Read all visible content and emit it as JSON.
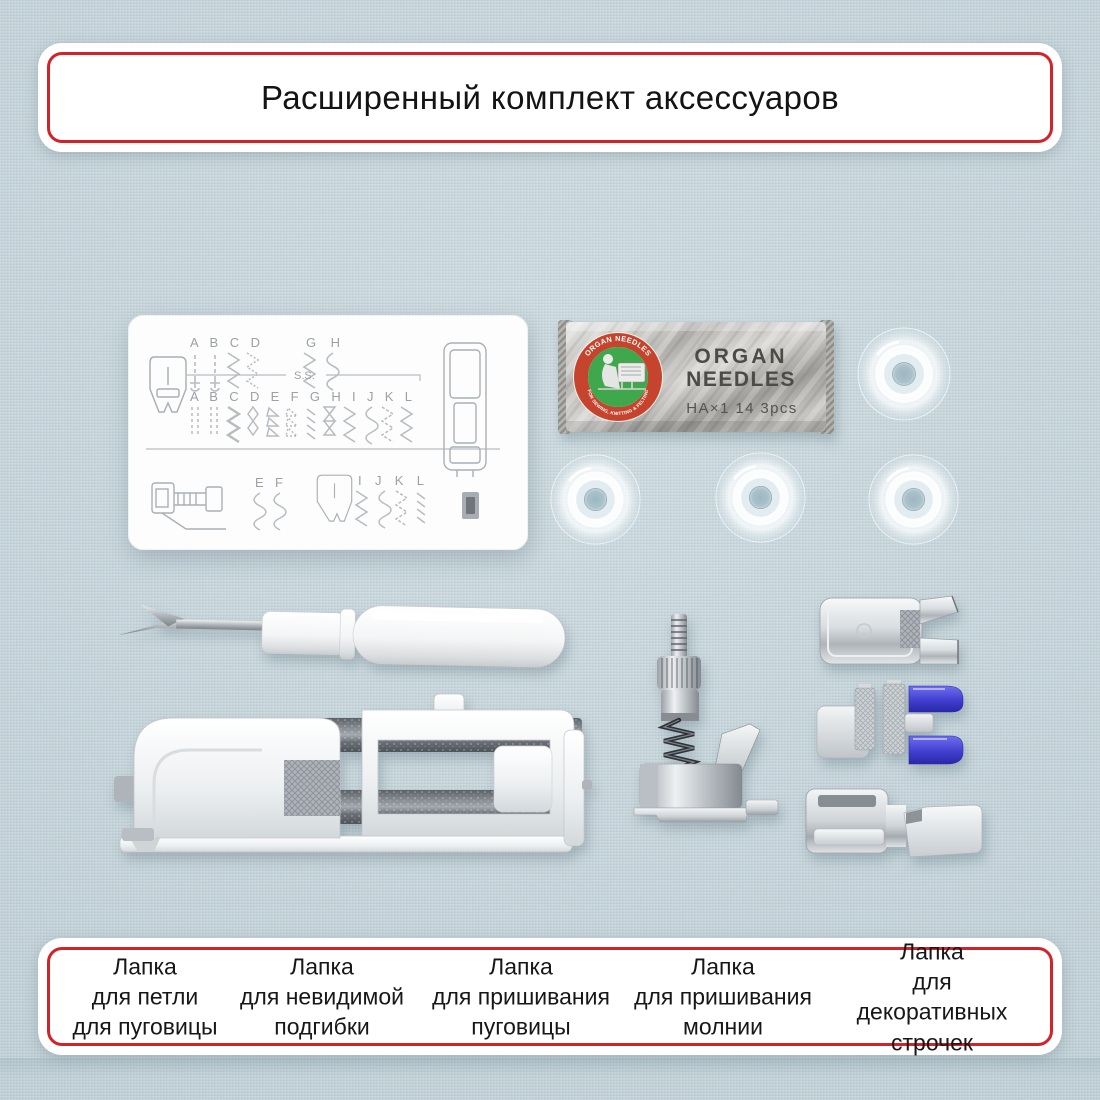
{
  "title": "Расширенный комплект аксессуаров",
  "footer": {
    "labels": [
      {
        "text": "Лапка\nдля петли\nдля пуговицы"
      },
      {
        "text": "Лапка\nдля невидимой\nподгибки"
      },
      {
        "text": "Лапка\nдля пришивания\nпуговицы"
      },
      {
        "text": "Лапка\nдля пришивания\nмолнии"
      },
      {
        "text": "Лапка\nдля декоративных\nстрочек"
      }
    ]
  },
  "needle_pack": {
    "brand_line1": "ORGAN",
    "brand_line2": "NEEDLES",
    "spec": "HA×1 14 3pcs",
    "ring_top": "ORGAN NEEDLES",
    "ring_bottom": "FOR SEWING, KNITTING & FELTING"
  },
  "stitch_card": {
    "row1_left_letters": "A B C D",
    "row1_right_letters": "G H",
    "ss_label": "S.S.",
    "row2_letters": "A B C D E F G H I J K L",
    "row3_left_letters": "E F",
    "row3_right_letters": "I J K L"
  },
  "colors": {
    "background": "#c8d7dd",
    "panel_border_red": "#d2232a",
    "logo_ring_red": "#c6432d",
    "logo_green": "#3fa84c",
    "blue_foot": "#3d3ccc",
    "card_line_gray": "#aab0b5"
  }
}
